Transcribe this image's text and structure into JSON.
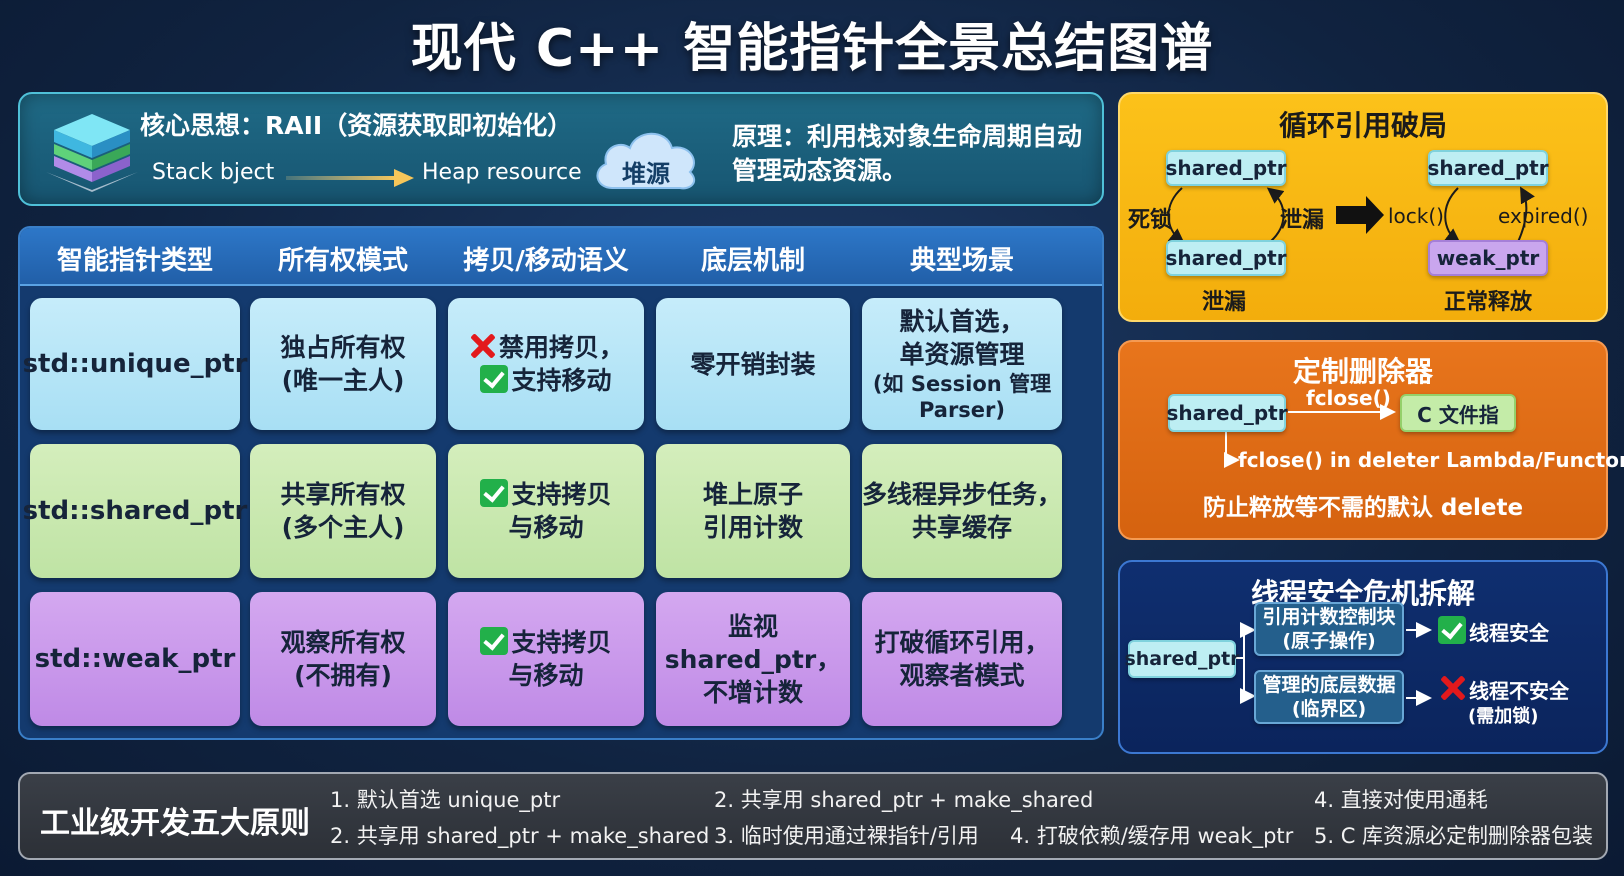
{
  "title": "现代 C++ 智能指针全景总结图谱",
  "raii": {
    "heading": "核心思想：RAII（资源获取即初始化）",
    "stack_label": "Stack bject",
    "heap_label": "Heap resource",
    "cloud_label": "堆源",
    "principle": "原理：利用栈对象生命周期自动管理动态资源。",
    "icon": "layered-cube-icon"
  },
  "table": {
    "headers": [
      "智能指针类型",
      "所有权模式",
      "拷贝/移动语义",
      "底层机制",
      "典型场景"
    ],
    "rows": [
      {
        "type": "std::unique_ptr",
        "ownership": [
          "独占所有权",
          "(唯一主人)"
        ],
        "semantics": [
          "禁用拷贝，",
          "支持移动"
        ],
        "mechanism": [
          "零开销封装"
        ],
        "scenario": [
          "默认首选，",
          "单资源管理"
        ],
        "scenario_note": [
          "(如 Session 管理",
          "Parser)"
        ]
      },
      {
        "type": "std::shared_ptr",
        "ownership": [
          "共享所有权",
          "(多个主人)"
        ],
        "semantics": [
          "支持拷贝",
          "与移动"
        ],
        "mechanism": [
          "堆上原子",
          "引用计数"
        ],
        "scenario": [
          "多线程异步任务，",
          "共享缓存"
        ]
      },
      {
        "type": "std::weak_ptr",
        "ownership": [
          "观察所有权",
          "(不拥有)"
        ],
        "semantics": [
          "支持拷贝",
          "与移动"
        ],
        "mechanism": [
          "监视 shared_ptr，",
          "不增计数"
        ],
        "scenario": [
          "打破循环引用，",
          "观察者模式"
        ]
      }
    ],
    "colors": {
      "row1": "#b8e6f7",
      "row2": "#c8e9b0",
      "row3": "#c99aeb"
    }
  },
  "cycle": {
    "title": "循环引用破局",
    "box_top_left": "shared_ptr",
    "box_bottom_left": "shared_ptr",
    "box_top_right": "shared_ptr",
    "box_bottom_right": "weak_ptr",
    "deadlock": "死锁",
    "leak_side": "泄漏",
    "leak_bottom": "泄漏",
    "lock": "lock()",
    "expired": "expired()",
    "normal_release": "正常释放"
  },
  "deleter": {
    "title": "定制删除器",
    "box_left": "shared_ptr",
    "edge_label": "fclose()",
    "box_right": "C 文件指",
    "note": "fclose() in deleter Lambda/Functor",
    "summary": "防止粹放等不需的默认 delete"
  },
  "thread": {
    "title": "线程安全危机拆解",
    "root": "shared_ptr",
    "branch1": [
      "引用计数控制块",
      "(原子操作)"
    ],
    "branch2": [
      "管理的底层数据",
      "(临界区)"
    ],
    "safe": "线程安全",
    "unsafe": "线程不安全",
    "unsafe_note": "(需加锁)"
  },
  "footer": {
    "title": "工业级开发五大原则",
    "items": [
      "1. 默认首选 unique_ptr",
      "2. 共享用 shared_ptr + make_shared",
      "2. 共享用 shared_ptr + make_shared",
      "3. 临时使用通过裸指针/引用",
      "4. 打破依赖/缓存用 weak_ptr",
      "4. 直接对使用通耗",
      "5. C 库资源必定制删除器包装"
    ]
  }
}
